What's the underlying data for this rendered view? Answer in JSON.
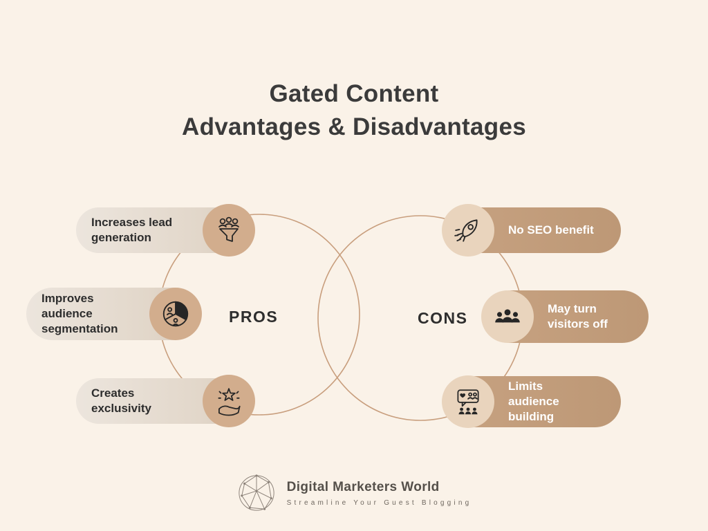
{
  "title": {
    "line1": "Gated Content",
    "line2": "Advantages & Disadvantages"
  },
  "venn": {
    "left_label": "PROS",
    "right_label": "CONS"
  },
  "pros_items": [
    {
      "text": "Increases lead generation",
      "icon": "lead-generation-funnel-icon"
    },
    {
      "text": "Improves audience segmentation",
      "icon": "audience-segmentation-icon"
    },
    {
      "text": "Creates exclusivity",
      "icon": "exclusivity-star-hand-icon"
    }
  ],
  "cons_items": [
    {
      "text": "No SEO benefit",
      "icon": "rocket-seo-icon"
    },
    {
      "text": "May turn visitors off",
      "icon": "visitors-group-icon"
    },
    {
      "text": "Limits audience building",
      "icon": "audience-building-chat-icon"
    }
  ],
  "footer": {
    "brand": "Digital Marketers World",
    "tagline": "Streamline Your Guest Blogging"
  },
  "colors": {
    "background": "#faf2e8",
    "pill_light": "#e4d9cc",
    "pill_dark": "#c19c7b",
    "icon_circle_left": "#d2ad8d",
    "icon_circle_right": "#e9d4bd",
    "venn_outline": "#c89e7d",
    "title_text": "#3b3b3b",
    "cons_text": "#ffffff"
  }
}
